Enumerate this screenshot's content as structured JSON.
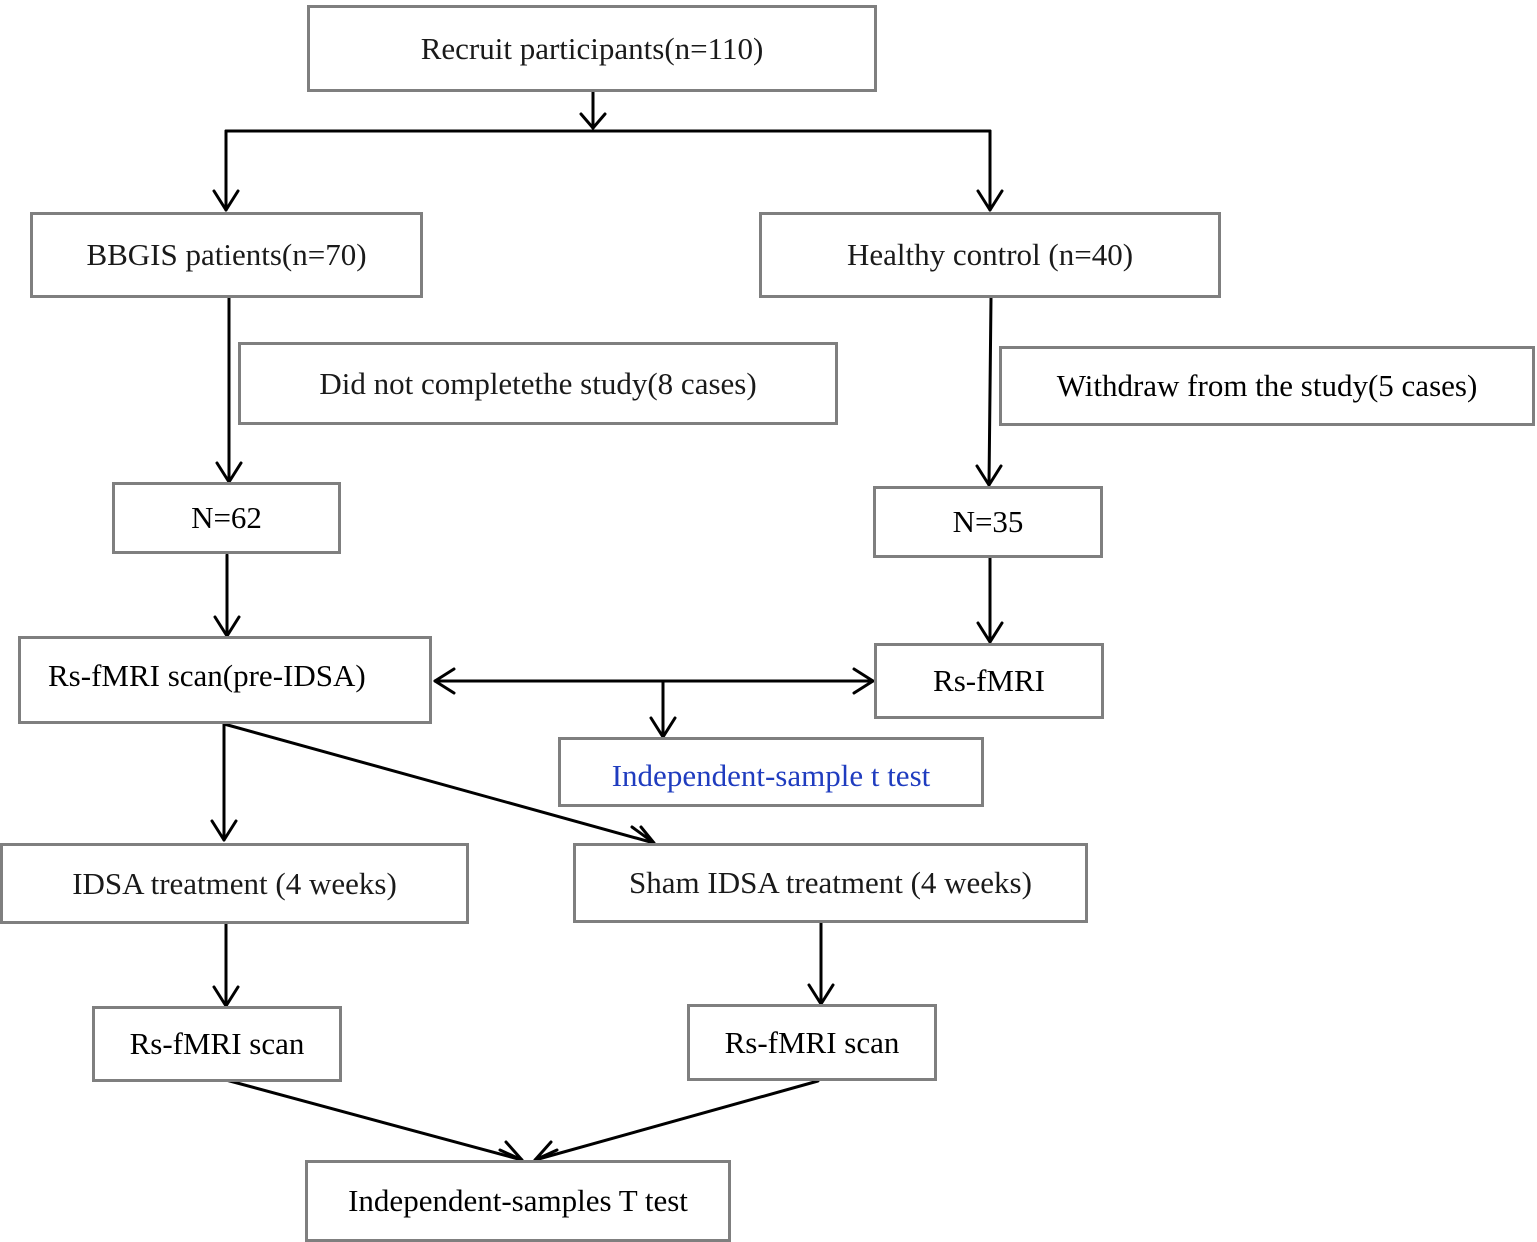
{
  "nodes": {
    "recruit": "Recruit participants(n=110)",
    "bbgis": "BBGIS patients(n=70)",
    "healthy": "Healthy control (n=40)",
    "did_not_complete": "Did not completethe study(8 cases)",
    "withdraw": "Withdraw from the study(5 cases)",
    "n62": "N=62",
    "n35": "N=35",
    "rs_pre": "Rs-fMRI scan(pre-IDSA)",
    "rs_control": "Rs-fMRI",
    "indep_t": "Independent-sample t test",
    "idsa": "IDSA treatment (4 weeks)",
    "sham": "Sham IDSA treatment (4 weeks)",
    "rs_scan_left": "Rs-fMRI scan",
    "rs_scan_right": "Rs-fMRI scan",
    "indep_T": "Independent-samples T test"
  },
  "colors": {
    "box_border": "#7f7f7f",
    "arrow": "#000000",
    "text": "#1a1a1a",
    "highlight_text": "#1f3cbf"
  }
}
